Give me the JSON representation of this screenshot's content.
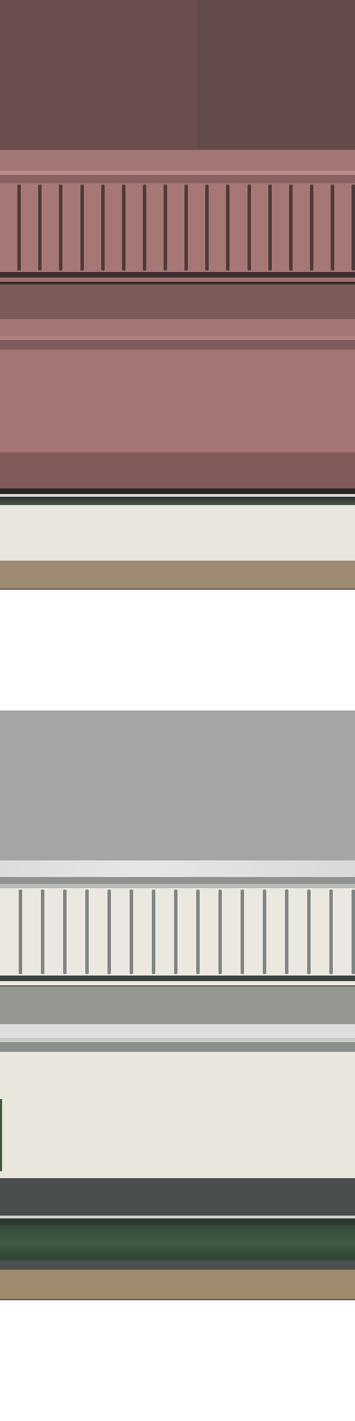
{
  "panels": [
    {
      "variant": "rose",
      "slat_count": 17,
      "colors": {
        "wall": "#6a4e50",
        "trim": "#a37575",
        "slat_gap": "#4e3a3a",
        "base_cream": "#e9e6e0",
        "base_sand": "#9f8b71"
      }
    },
    {
      "variant": "cream",
      "slat_count": 16,
      "colors": {
        "wall": "#a5a5a5",
        "trim": "#dedede",
        "slat_gap": "#7f8785",
        "base_green": "#3f5a42",
        "base_sand": "#9f8b6e"
      }
    }
  ]
}
